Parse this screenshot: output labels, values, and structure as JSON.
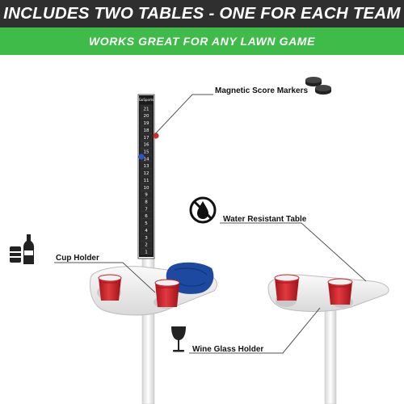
{
  "header": {
    "title": "INCLUDES TWO TABLES - ONE FOR EACH TEAM",
    "subtitle": "WORKS GREAT FOR ANY LAWN GAME"
  },
  "callouts": {
    "score_markers": "Magnetic Score Markers",
    "water_resistant": "Water Resistant Table",
    "cup_holder": "Cup Holder",
    "wine_glass_holder": "Wine Glass Holder"
  },
  "scoreboard": {
    "brand": "GoSports",
    "numbers": [
      "21",
      "20",
      "19",
      "18",
      "17",
      "16",
      "15",
      "14",
      "13",
      "12",
      "11",
      "10",
      "9",
      "8",
      "7",
      "6",
      "5",
      "4",
      "3",
      "2",
      "1"
    ]
  },
  "icons": [
    "score-markers-icon",
    "no-water-icon",
    "cup-holder-icon",
    "wine-glass-icon"
  ],
  "colors": {
    "banner_dark": "#2f2f2f",
    "banner_green": "#3fbb4a",
    "cup_red": "#d1232a",
    "bean_bag_blue": "#1d4aa0",
    "marker_red": "#d42b2b",
    "marker_blue": "#2557c8"
  }
}
